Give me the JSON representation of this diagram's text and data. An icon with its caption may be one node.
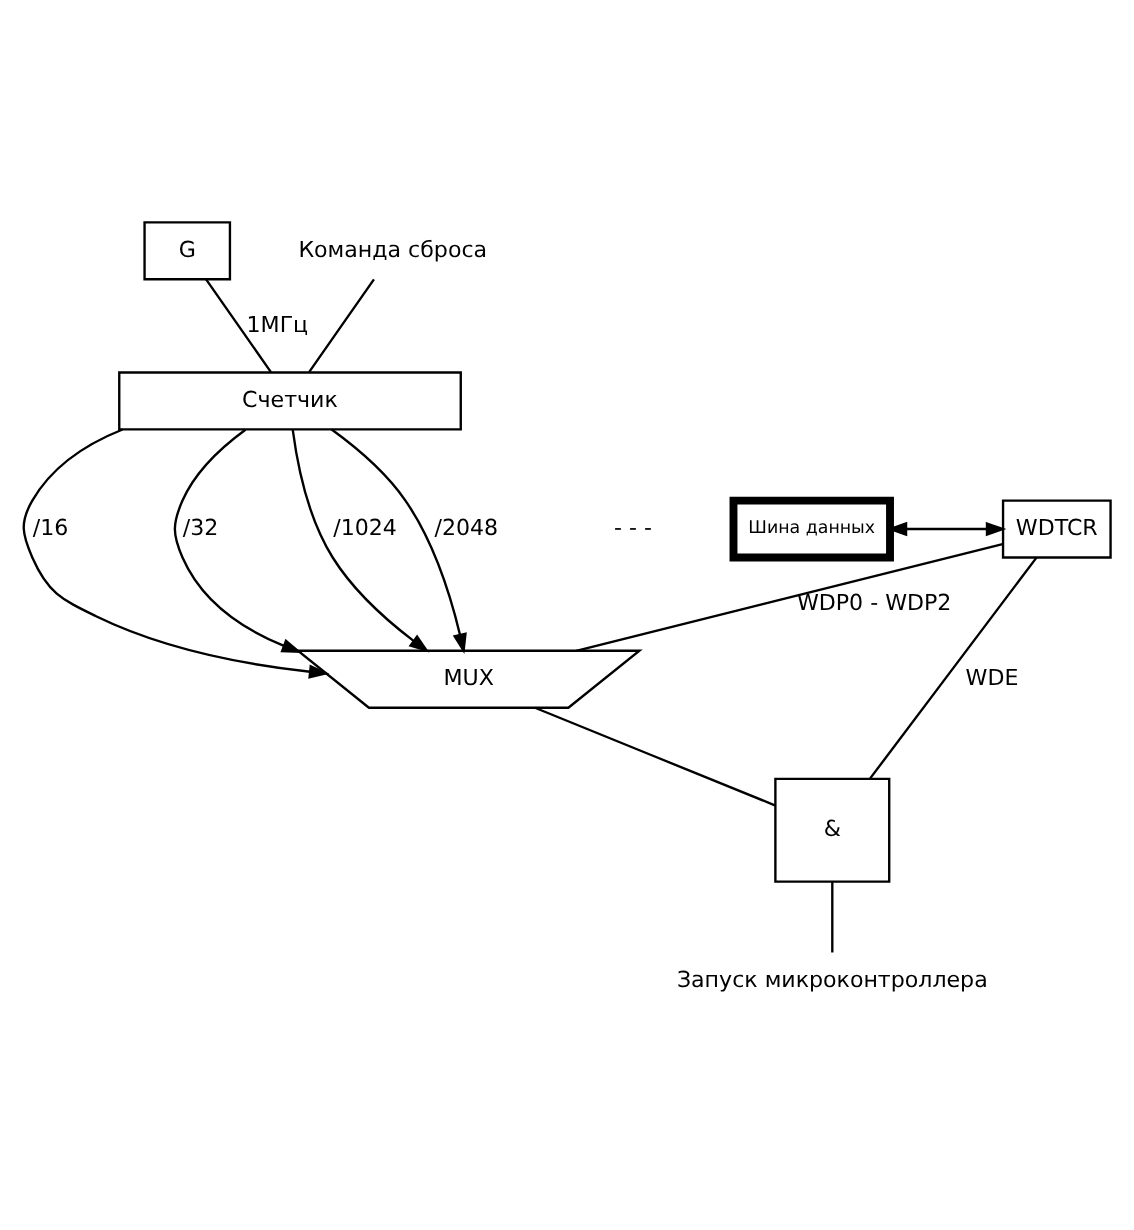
{
  "diagram": {
    "nodes": [
      {
        "text": [
          "G"
        ]
      },
      {
        "text": [
          "Счетчик"
        ]
      },
      {
        "text": [
          "Команда сброса"
        ]
      },
      {
        "text": [
          "MUX"
        ]
      },
      {
        "text": [
          "Шина данных"
        ]
      },
      {
        "text": [
          "WDTCR"
        ]
      },
      {
        "text": [
          "&"
        ]
      },
      {
        "text": [
          "Запуск микроконтроллера"
        ]
      }
    ],
    "edges": [
      {
        "from": 0,
        "to": 1,
        "arrow": "none",
        "label": "1МГц"
      },
      {
        "from": 2,
        "to": 1,
        "arrow": "none"
      },
      {
        "from": 1,
        "to": 3,
        "arrow": "to",
        "label": "/16"
      },
      {
        "from": 1,
        "to": 3,
        "arrow": "to",
        "label": "/32"
      },
      {
        "from": 1,
        "to": 3,
        "arrow": "to",
        "label": "/1024"
      },
      {
        "from": 1,
        "to": 3,
        "arrow": "to",
        "label": "/2048"
      },
      {
        "from": 5,
        "to": 3,
        "arrow": "none",
        "label": "WDP0 - WDP2"
      },
      {
        "from": 4,
        "to": 5,
        "arrow": "both"
      },
      {
        "from": 5,
        "to": 6,
        "arrow": "none",
        "label": "WDE"
      },
      {
        "from": 3,
        "to": 6,
        "arrow": "none"
      },
      {
        "from": 6,
        "to": 7,
        "arrow": "none"
      }
    ],
    "labels": [
      "- - -"
    ]
  }
}
